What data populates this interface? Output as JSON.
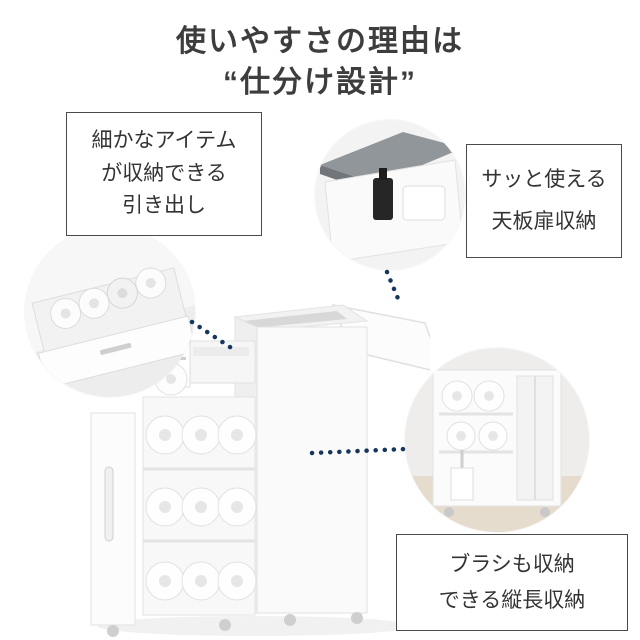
{
  "title": {
    "line1": "使いやすさの理由は",
    "line2": "“仕分け設計”"
  },
  "callouts": {
    "drawer": {
      "lines": [
        "細かなアイテム",
        "が収納できる",
        "引き出し"
      ]
    },
    "top_door": {
      "lines": [
        "サッと使える",
        "天板扉収納"
      ]
    },
    "vertical": {
      "lines": [
        "ブラシも収納",
        "できる縦長収納"
      ]
    }
  },
  "insets": {
    "drawer_photo": "drawer with rolled towels",
    "top_door_photo": "open top-lid storage with bottle and box",
    "vertical_photo": "tall slide-out storage with toilet paper and brush"
  },
  "product": "white slim toilet-paper storage cabinet with pull-out rack",
  "colors": {
    "dotted_line_navy": "#16365c",
    "text_dark": "#3d3d3d",
    "callout_border": "#4a4a4a"
  }
}
